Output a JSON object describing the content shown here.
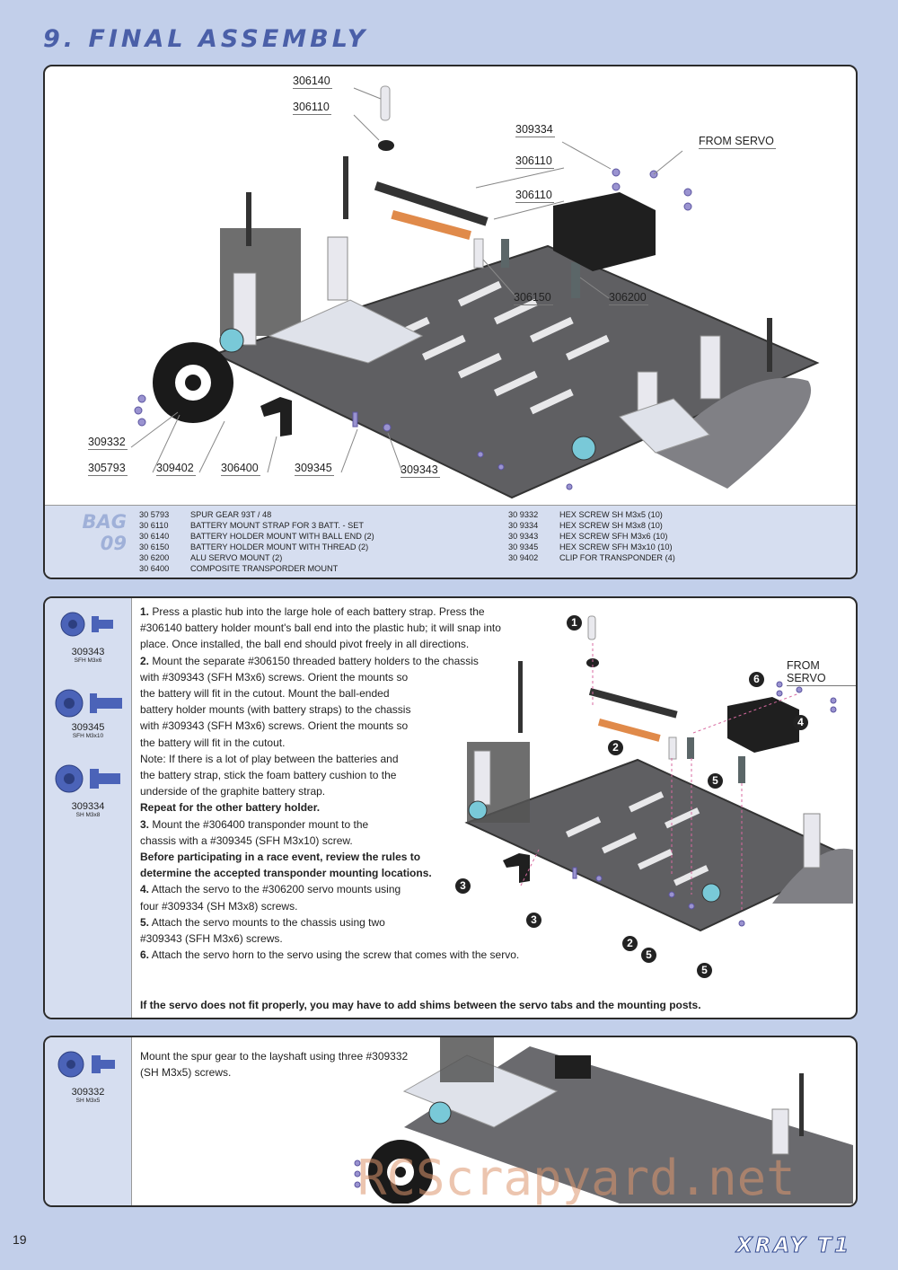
{
  "page": {
    "title": "9. FINAL ASSEMBLY",
    "number": "19",
    "brand": "XRAY T1",
    "watermark": "RCScrapyard.net"
  },
  "top_panel": {
    "callouts": [
      "306140",
      "306110",
      "309334",
      "FROM SERVO",
      "306110",
      "306110",
      "306150",
      "306200",
      "309332",
      "305793",
      "309402",
      "306400",
      "309345",
      "309343"
    ],
    "bag": {
      "line1": "BAG",
      "line2": "09"
    },
    "parts_left": [
      {
        "code": "30 5793",
        "desc": "SPUR GEAR 93T / 48"
      },
      {
        "code": "30 6110",
        "desc": "BATTERY MOUNT STRAP FOR 3 BATT. - SET"
      },
      {
        "code": "30 6140",
        "desc": "BATTERY HOLDER MOUNT WITH BALL END (2)"
      },
      {
        "code": "30 6150",
        "desc": "BATTERY HOLDER MOUNT WITH THREAD (2)"
      },
      {
        "code": "30 6200",
        "desc": "ALU SERVO MOUNT (2)"
      },
      {
        "code": "30 6400",
        "desc": "COMPOSITE TRANSPORDER MOUNT"
      }
    ],
    "parts_right": [
      {
        "code": "30 9332",
        "desc": "HEX SCREW  SH M3x5 (10)"
      },
      {
        "code": "30 9334",
        "desc": "HEX SCREW  SH M3x8 (10)"
      },
      {
        "code": "30 9343",
        "desc": "HEX SCREW  SFH M3x6 (10)"
      },
      {
        "code": "30 9345",
        "desc": "HEX SCREW  SFH M3x10 (10)"
      },
      {
        "code": "30 9402",
        "desc": "CLIP FOR TRANSPONDER (4)"
      }
    ]
  },
  "mid_panel": {
    "screws": [
      {
        "code": "309343",
        "spec": "SFH M3x6"
      },
      {
        "code": "309345",
        "spec": "SFH M3x10"
      },
      {
        "code": "309334",
        "spec": "SH M3x8"
      }
    ],
    "steps": [
      {
        "n": "1.",
        "text": " Press a plastic hub into the large hole of each battery strap. Press the"
      },
      {
        "n": "",
        "text": "#306140 battery holder mount's ball end into the plastic hub; it will snap into"
      },
      {
        "n": "",
        "text": "place. Once installed, the ball end should pivot freely in all directions."
      },
      {
        "n": "2.",
        "text": " Mount the separate #306150 threaded battery holders to the chassis"
      },
      {
        "n": "",
        "text": "with #309343 (SFH M3x6) screws. Orient the mounts so"
      },
      {
        "n": "",
        "text": "the battery will fit in the cutout. Mount the ball-ended"
      },
      {
        "n": "",
        "text": "battery holder mounts (with battery straps) to the chassis"
      },
      {
        "n": "",
        "text": "with #309343 (SFH M3x6) screws. Orient the mounts so"
      },
      {
        "n": "",
        "text": "the battery will fit in the cutout."
      },
      {
        "n": "",
        "text": "Note: If there is a lot of play between the batteries and"
      },
      {
        "n": "",
        "text": "the battery strap, stick the foam battery cushion to the"
      },
      {
        "n": "",
        "text": "underside of the graphite battery strap."
      },
      {
        "n": "",
        "text": "Repeat for the other battery holder.",
        "bold": true
      },
      {
        "n": "3.",
        "text": " Mount the #306400 transponder mount to the"
      },
      {
        "n": "",
        "text": "chassis with a #309345 (SFH M3x10) screw."
      },
      {
        "n": "",
        "text": "Before participating in a race event, review the rules to",
        "bold": true
      },
      {
        "n": "",
        "text": "determine the accepted transponder mounting locations.",
        "bold": true
      },
      {
        "n": "4.",
        "text": " Attach the servo to the #306200 servo mounts using"
      },
      {
        "n": "",
        "text": "four #309334 (SH M3x8) screws."
      },
      {
        "n": "5.",
        "text": " Attach the servo mounts to the chassis using two"
      },
      {
        "n": "",
        "text": "#309343 (SFH M3x6) screws."
      },
      {
        "n": "6.",
        "text": " Attach the servo horn to the servo using the screw that comes with the servo."
      }
    ],
    "note": "If the servo does not fit properly, you may have to add shims between the servo tabs and the mounting posts.",
    "from_servo": "FROM SERVO",
    "markers": [
      "1",
      "2",
      "3",
      "3",
      "4",
      "5",
      "2",
      "5",
      "5",
      "6"
    ]
  },
  "bottom_panel": {
    "screw": {
      "code": "309332",
      "spec": "SH M3x5"
    },
    "text1": "Mount the spur gear to the layshaft using three #309332",
    "text2": "(SH M3x5) screws."
  }
}
